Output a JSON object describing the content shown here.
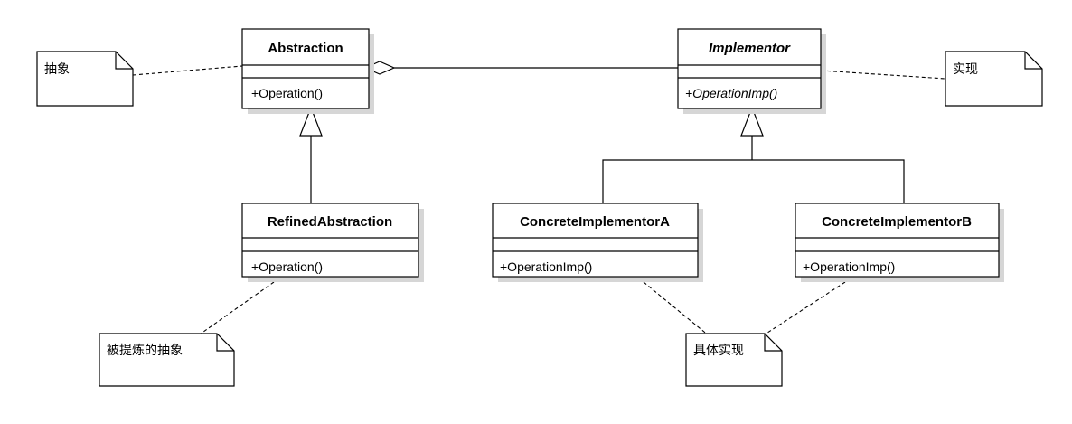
{
  "classes": {
    "abstraction": {
      "name": "Abstraction",
      "operation": "+Operation()"
    },
    "implementor": {
      "name": "Implementor",
      "operation": "+OperationImp()"
    },
    "refined": {
      "name": "RefinedAbstraction",
      "operation": "+Operation()"
    },
    "concrete_a": {
      "name": "ConcreteImplementorA",
      "operation": "+OperationImp()"
    },
    "concrete_b": {
      "name": "ConcreteImplementorB",
      "operation": "+OperationImp()"
    }
  },
  "notes": {
    "abstraction_note": "抽象",
    "implementor_note": "实现",
    "refined_note": "被提炼的抽象",
    "concrete_note": "具体实现"
  }
}
